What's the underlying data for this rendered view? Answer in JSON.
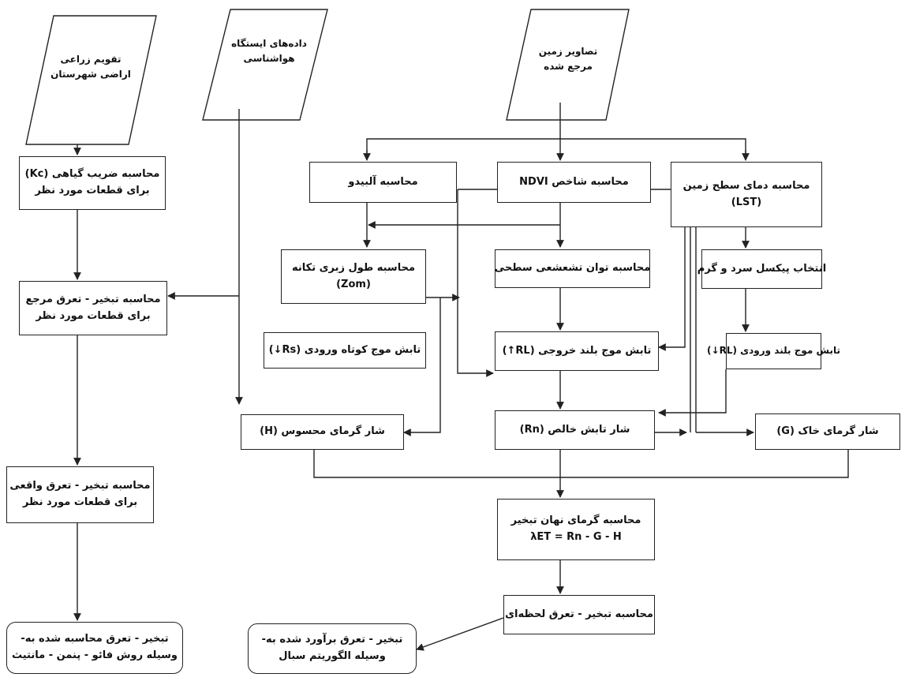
{
  "nodes": {
    "crop_calendar": {
      "line1": "تقویم زراعی",
      "line2": "اراضی شهرستان"
    },
    "met_data": {
      "line1": "داده‌های ایستگاه",
      "line2": "هواشناسی"
    },
    "land_images": {
      "line1": "تصاویر زمین",
      "line2": "مرجع شده"
    },
    "kc": {
      "line1": "محاسبه ضریب گیاهی (Kc)",
      "line2": "برای قطعات مورد نظر"
    },
    "et_ref": {
      "line1": "محاسبه تبخیر - تعرق مرجع",
      "line2": "برای قطعات مورد نظر"
    },
    "et_actual": {
      "line1": "محاسبه تبخیر - تعرق واقعی",
      "line2": "برای قطعات مورد نظر"
    },
    "et_fao": {
      "line1": "تبخیر - تعرق محاسبه شده به-",
      "line2": "وسیله روش فائو - پنمن - مانتیث"
    },
    "albedo": {
      "line1": "محاسبه آلبیدو"
    },
    "ndvi": {
      "line1": "محاسبه شاخص NDVI"
    },
    "lst": {
      "line1": "محاسبه دمای سطح زمین",
      "line2": "(LST)"
    },
    "zom": {
      "line1": "محاسبه طول زبری تکانه",
      "line2": "(Zom)"
    },
    "emissivity": {
      "line1": "محاسبه توان تشعشعی سطحی"
    },
    "hot_cold": {
      "line1": "انتخاب پیکسل سرد و گرم"
    },
    "rs_in": {
      "line1": "تابش موج کوتاه ورودی (Rs↓)"
    },
    "rl_out": {
      "line1": "تابش موج بلند خروجی (RL↑)"
    },
    "rl_in": {
      "line1": "تابش موج بلند ورودی (RL↓)"
    },
    "sensible_heat": {
      "line1": "شار گرمای محسوس (H)"
    },
    "net_radiation": {
      "line1": "شار تابش خالص (Rn)"
    },
    "soil_heat": {
      "line1": "شار گرمای خاک (G)"
    },
    "latent_heat": {
      "line1": "محاسبه گرمای نهان تبخیر",
      "line2": "λET = Rn - G - H"
    },
    "instant_et": {
      "line1": "محاسبه تبخیر - تعرق لحظه‌ای"
    },
    "sebal_et": {
      "line1": "تبخیر - تعرق برآورد شده به-",
      "line2": "وسیله الگوریتم سبال"
    }
  },
  "colors": {
    "line": "#222222",
    "box_border": "#222222"
  }
}
